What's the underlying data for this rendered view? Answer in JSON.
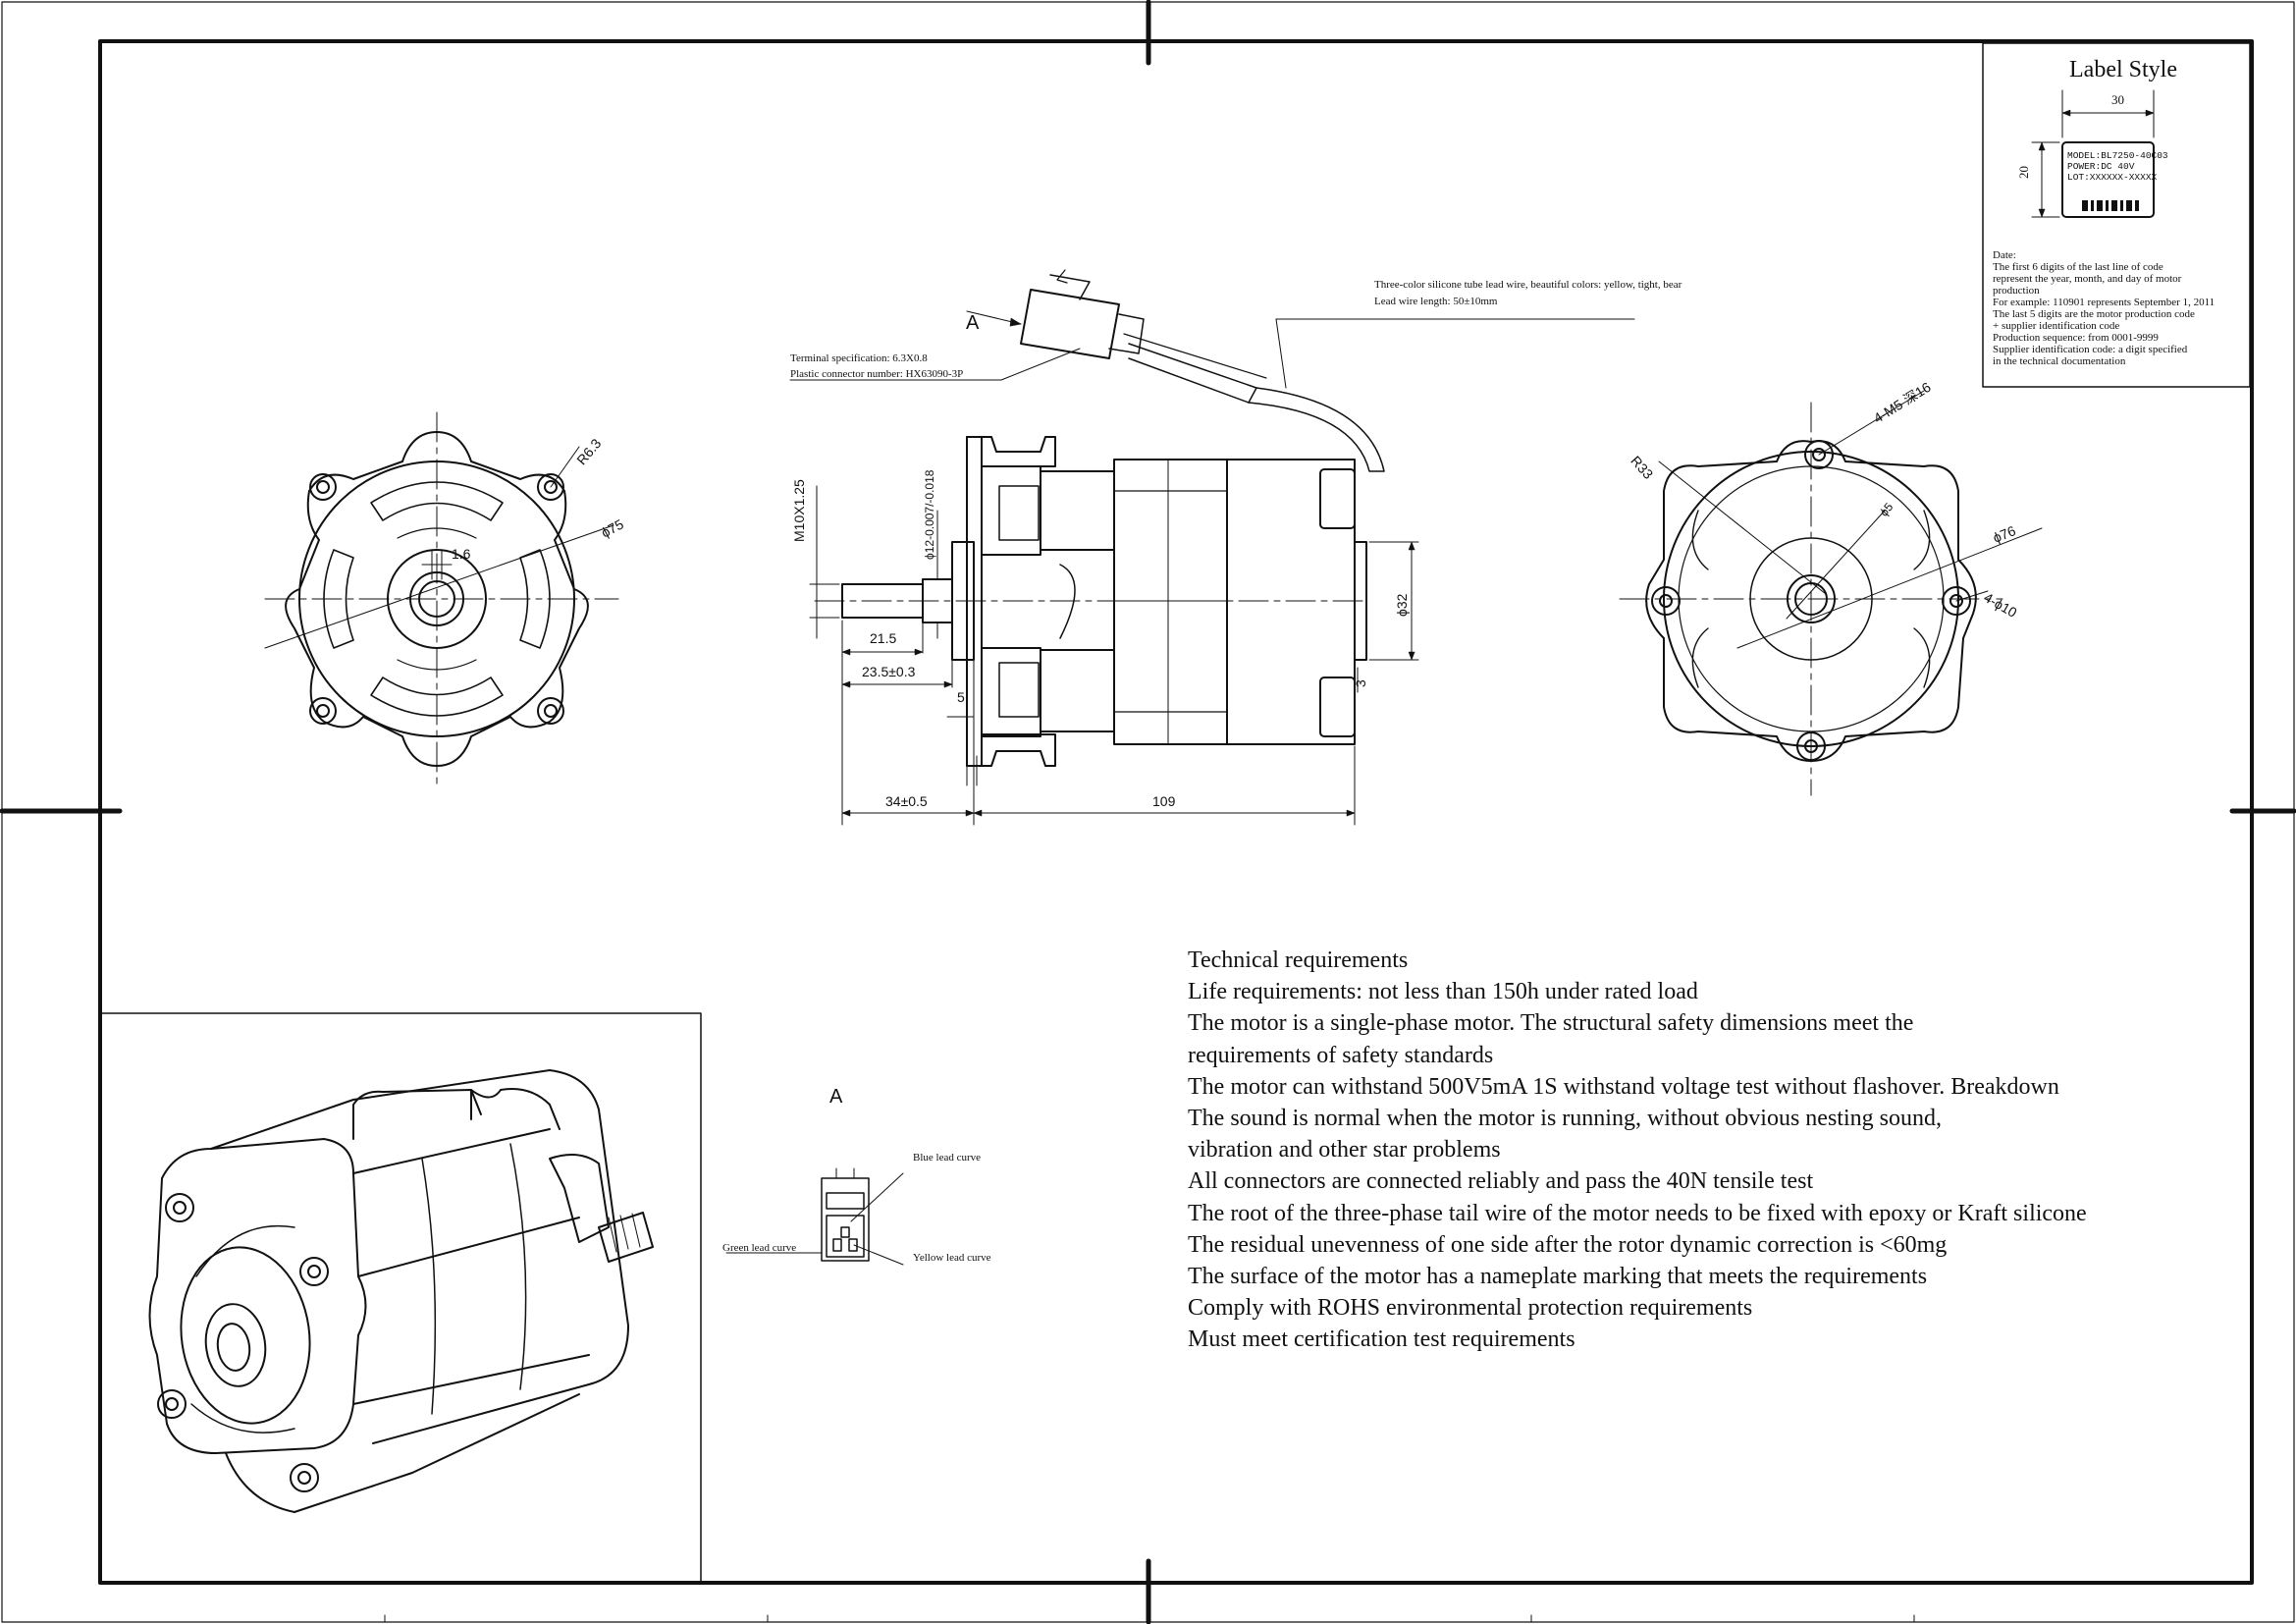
{
  "label_style": {
    "title": "Label Style",
    "width_dim": "30",
    "height_dim": "20",
    "nameplate_lines": [
      "MODEL:BL7250-40C03",
      "POWER:DC 40V",
      "LOT:XXXXXX-XXXXX"
    ],
    "notes": [
      "Date:",
      "The first 6 digits of the last line of code",
      "represent the year, month, and day of motor",
      "production",
      "For example: 110901 represents September 1, 2011",
      "The last 5 digits are the motor production code",
      "+ supplier identification code",
      "Production sequence: from 0001-9999",
      "Supplier identification code: a digit specified",
      "in the technical documentation"
    ]
  },
  "front_view": {
    "r_dim": "R6.3",
    "dia_dim": "ϕ75",
    "small_dim": "1.6"
  },
  "side_view": {
    "view_marker": "A",
    "terminal_spec": "Terminal specification: 6.3X0.8",
    "connector_no": "Plastic connector number: HX63090-3P",
    "lead_wire_desc": "Three-color silicone tube lead wire, beautiful colors: yellow, tight, bear",
    "lead_wire_length": "Lead wire length: 50±10mm",
    "thread_dim": "M10X1.25",
    "shaft_dim": "ϕ12-0.007/-0.018",
    "d21": "21.5",
    "d23": "23.5±0.3",
    "d5": "5",
    "d34": "34±0.5",
    "d109": "109",
    "d32": "ϕ32",
    "d3": "3"
  },
  "rear_view": {
    "r_dim": "R33",
    "holes_dim": "4-M5 深16",
    "dia76": "ϕ76",
    "holes10": "4-ϕ10",
    "small_dia": "ϕ5"
  },
  "view_a": {
    "marker": "A",
    "blue": "Blue lead curve",
    "green": "Green lead curve",
    "yellow": "Yellow lead curve"
  },
  "requirements": [
    "Technical requirements",
    "Life requirements: not less than 150h under rated load",
    "The motor is a single-phase motor. The structural safety dimensions meet the",
    "requirements of safety standards",
    "The motor can withstand 500V5mA 1S withstand voltage test without flashover. Breakdown",
    "The sound is normal when the motor is running, without obvious nesting sound,",
    "vibration and other star problems",
    "All connectors are connected reliably and pass the 40N tensile test",
    "The root of the three-phase tail wire of the motor needs to be fixed with epoxy or Kraft silicone",
    "The residual unevenness of one side after the rotor dynamic correction is <60mg",
    "The surface of the motor has a nameplate marking that meets the requirements",
    "Comply with ROHS environmental protection requirements",
    "Must meet certification test requirements"
  ]
}
